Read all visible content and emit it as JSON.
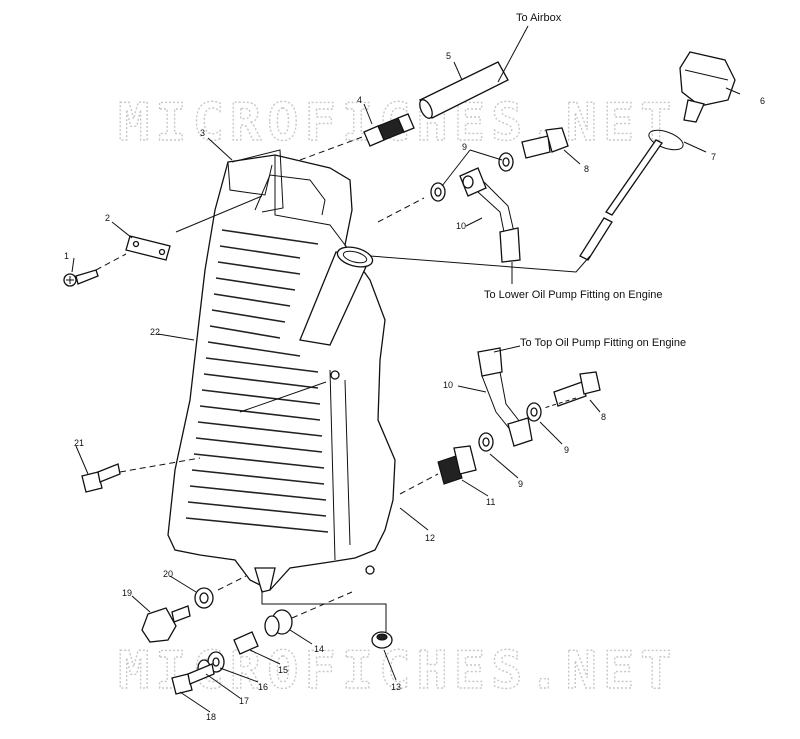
{
  "watermarks": [
    "MICROFICHES.NET",
    "MICROFICHES.NET"
  ],
  "destinations": {
    "airbox": "To Airbox",
    "lower_pump": "To Lower Oil Pump Fitting on Engine",
    "top_pump": "To Top Oil Pump Fitting on Engine"
  },
  "callouts": {
    "c1": "1",
    "c2": "2",
    "c3": "3",
    "c4": "4",
    "c5": "5",
    "c6": "6",
    "c7": "7",
    "c8a": "8",
    "c8b": "8",
    "c9a": "9",
    "c9b": "9",
    "c9c": "9",
    "c10a": "10",
    "c10b": "10",
    "c11": "11",
    "c12": "12",
    "c13": "13",
    "c14": "14",
    "c15": "15",
    "c16": "16",
    "c17": "17",
    "c18": "18",
    "c19": "19",
    "c20": "20",
    "c21": "21",
    "c22": "22"
  }
}
